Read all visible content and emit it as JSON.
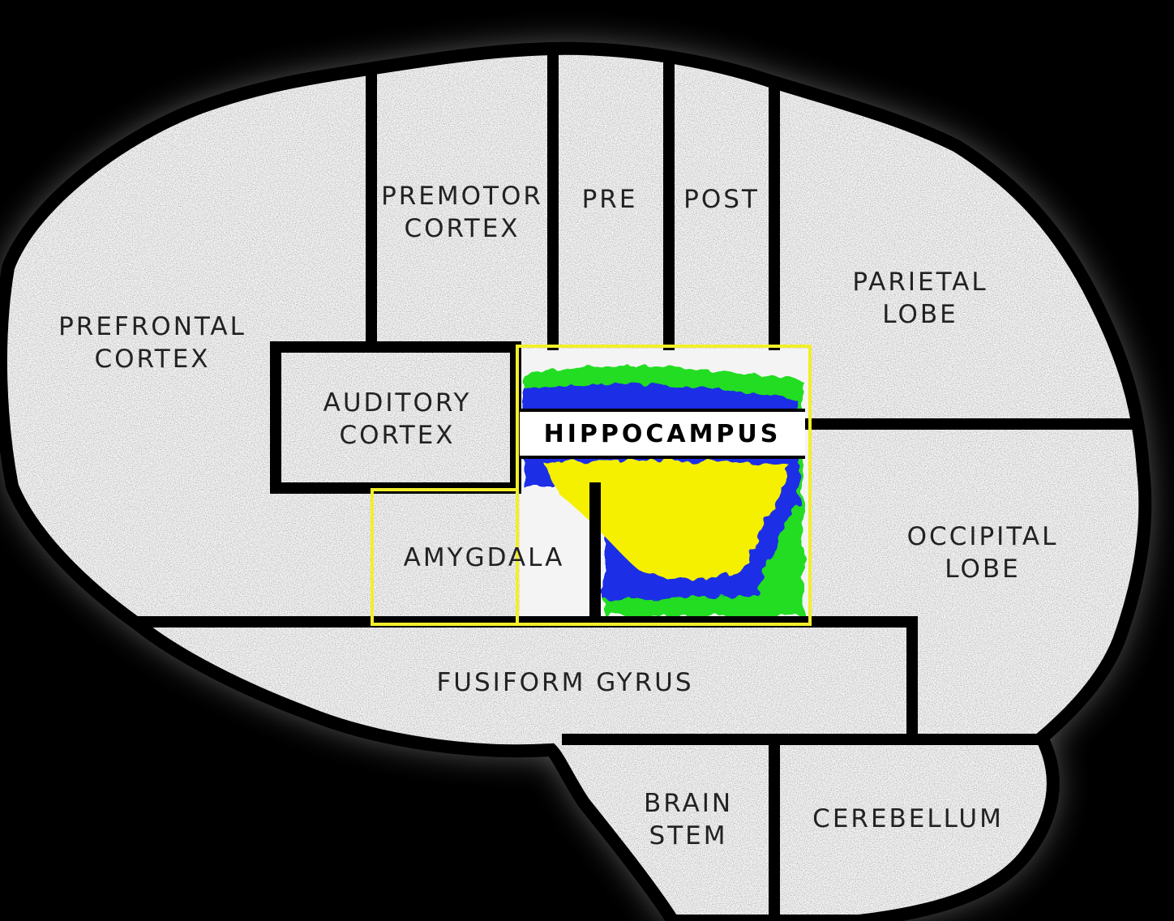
{
  "colors": {
    "background": "#000000",
    "region_fill": "#f4f4f4",
    "outline": "#000000",
    "highlight_outline": "#f2ef2a",
    "hippocampus_outer": "#22dd22",
    "hippocampus_middle": "#1a2ee6",
    "hippocampus_core": "#f5f000"
  },
  "regions": {
    "prefrontal": [
      "PREFRONTAL",
      "CORTEX"
    ],
    "premotor": [
      "PREMOTOR",
      "CORTEX"
    ],
    "pre": [
      "PRE"
    ],
    "post": [
      "POST"
    ],
    "parietal": [
      "PARIETAL",
      "LOBE"
    ],
    "auditory": [
      "AUDITORY",
      "CORTEX"
    ],
    "amygdala": [
      "AMYGDALA"
    ],
    "occipital": [
      "OCCIPITAL",
      "LOBE"
    ],
    "fusiform": [
      "FUSIFORM GYRUS"
    ],
    "brainstem": [
      "BRAIN",
      "STEM"
    ],
    "cerebellum": [
      "CEREBELLUM"
    ]
  },
  "highlight": {
    "label": "HIPPOCAMPUS"
  }
}
